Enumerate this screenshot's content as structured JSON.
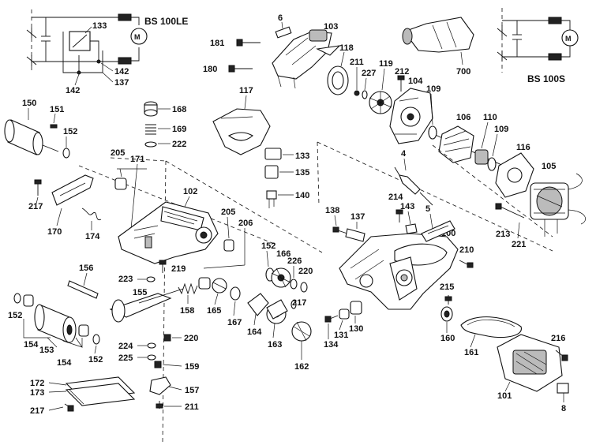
{
  "models": {
    "left_schematic": "BS 100LE",
    "right_schematic": "BS 100S"
  },
  "parts": {
    "p1": "133",
    "p2": "142",
    "p3": "137",
    "p4": "142",
    "p5": "6",
    "p6": "103",
    "p7": "181",
    "p8": "180",
    "p9": "118",
    "p10": "211",
    "p11": "227",
    "p12": "119",
    "p13": "212",
    "p14": "104",
    "p15": "109",
    "p16": "106",
    "p17": "110",
    "p18": "109",
    "p19": "116",
    "p20": "105",
    "p21": "700",
    "p22": "117",
    "p23": "168",
    "p24": "169",
    "p25": "222",
    "p26": "133",
    "p27": "135",
    "p28": "140",
    "p29": "150",
    "p30": "151",
    "p31": "152",
    "p32": "205",
    "p33": "171",
    "p34": "102",
    "p35": "217",
    "p36": "170",
    "p37": "174",
    "p38": "205",
    "p39": "206",
    "p40": "152",
    "p41": "166",
    "p42": "226",
    "p43": "220",
    "p44": "219",
    "p45": "223",
    "p46": "4",
    "p47": "214",
    "p48": "143",
    "p49": "5",
    "p50": "138",
    "p51": "137",
    "p52": "100",
    "p53": "210",
    "p54": "215",
    "p55": "213",
    "p56": "221",
    "p57": "156",
    "p58": "155",
    "p59": "158",
    "p60": "165",
    "p61": "167",
    "p62": "164",
    "p63": "163",
    "p64": "217",
    "p65": "162",
    "p66": "152",
    "p67": "154",
    "p68": "153",
    "p69": "154",
    "p70": "152",
    "p71": "224",
    "p72": "225",
    "p73": "220",
    "p74": "159",
    "p75": "157",
    "p76": "211",
    "p77": "172",
    "p78": "173",
    "p79": "217",
    "p80": "131",
    "p81": "134",
    "p82": "130",
    "p83": "160",
    "p84": "161",
    "p85": "216",
    "p86": "101",
    "p87": "8"
  },
  "colors": {
    "ink": "#111111",
    "background": "#ffffff",
    "shade": "#bbbbbb"
  }
}
